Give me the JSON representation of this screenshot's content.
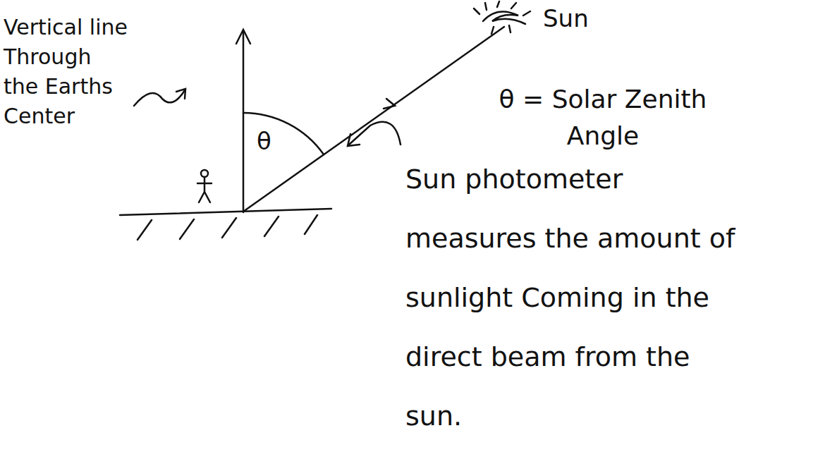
{
  "diagram": {
    "labels": [
      "Vertical line Through the Earths Center",
      "Sun",
      "θ",
      "θ = Solar Zenith Angle",
      "Sun photometer measures the amount of sunlight Coming in the direct beam from the sun."
    ]
  }
}
